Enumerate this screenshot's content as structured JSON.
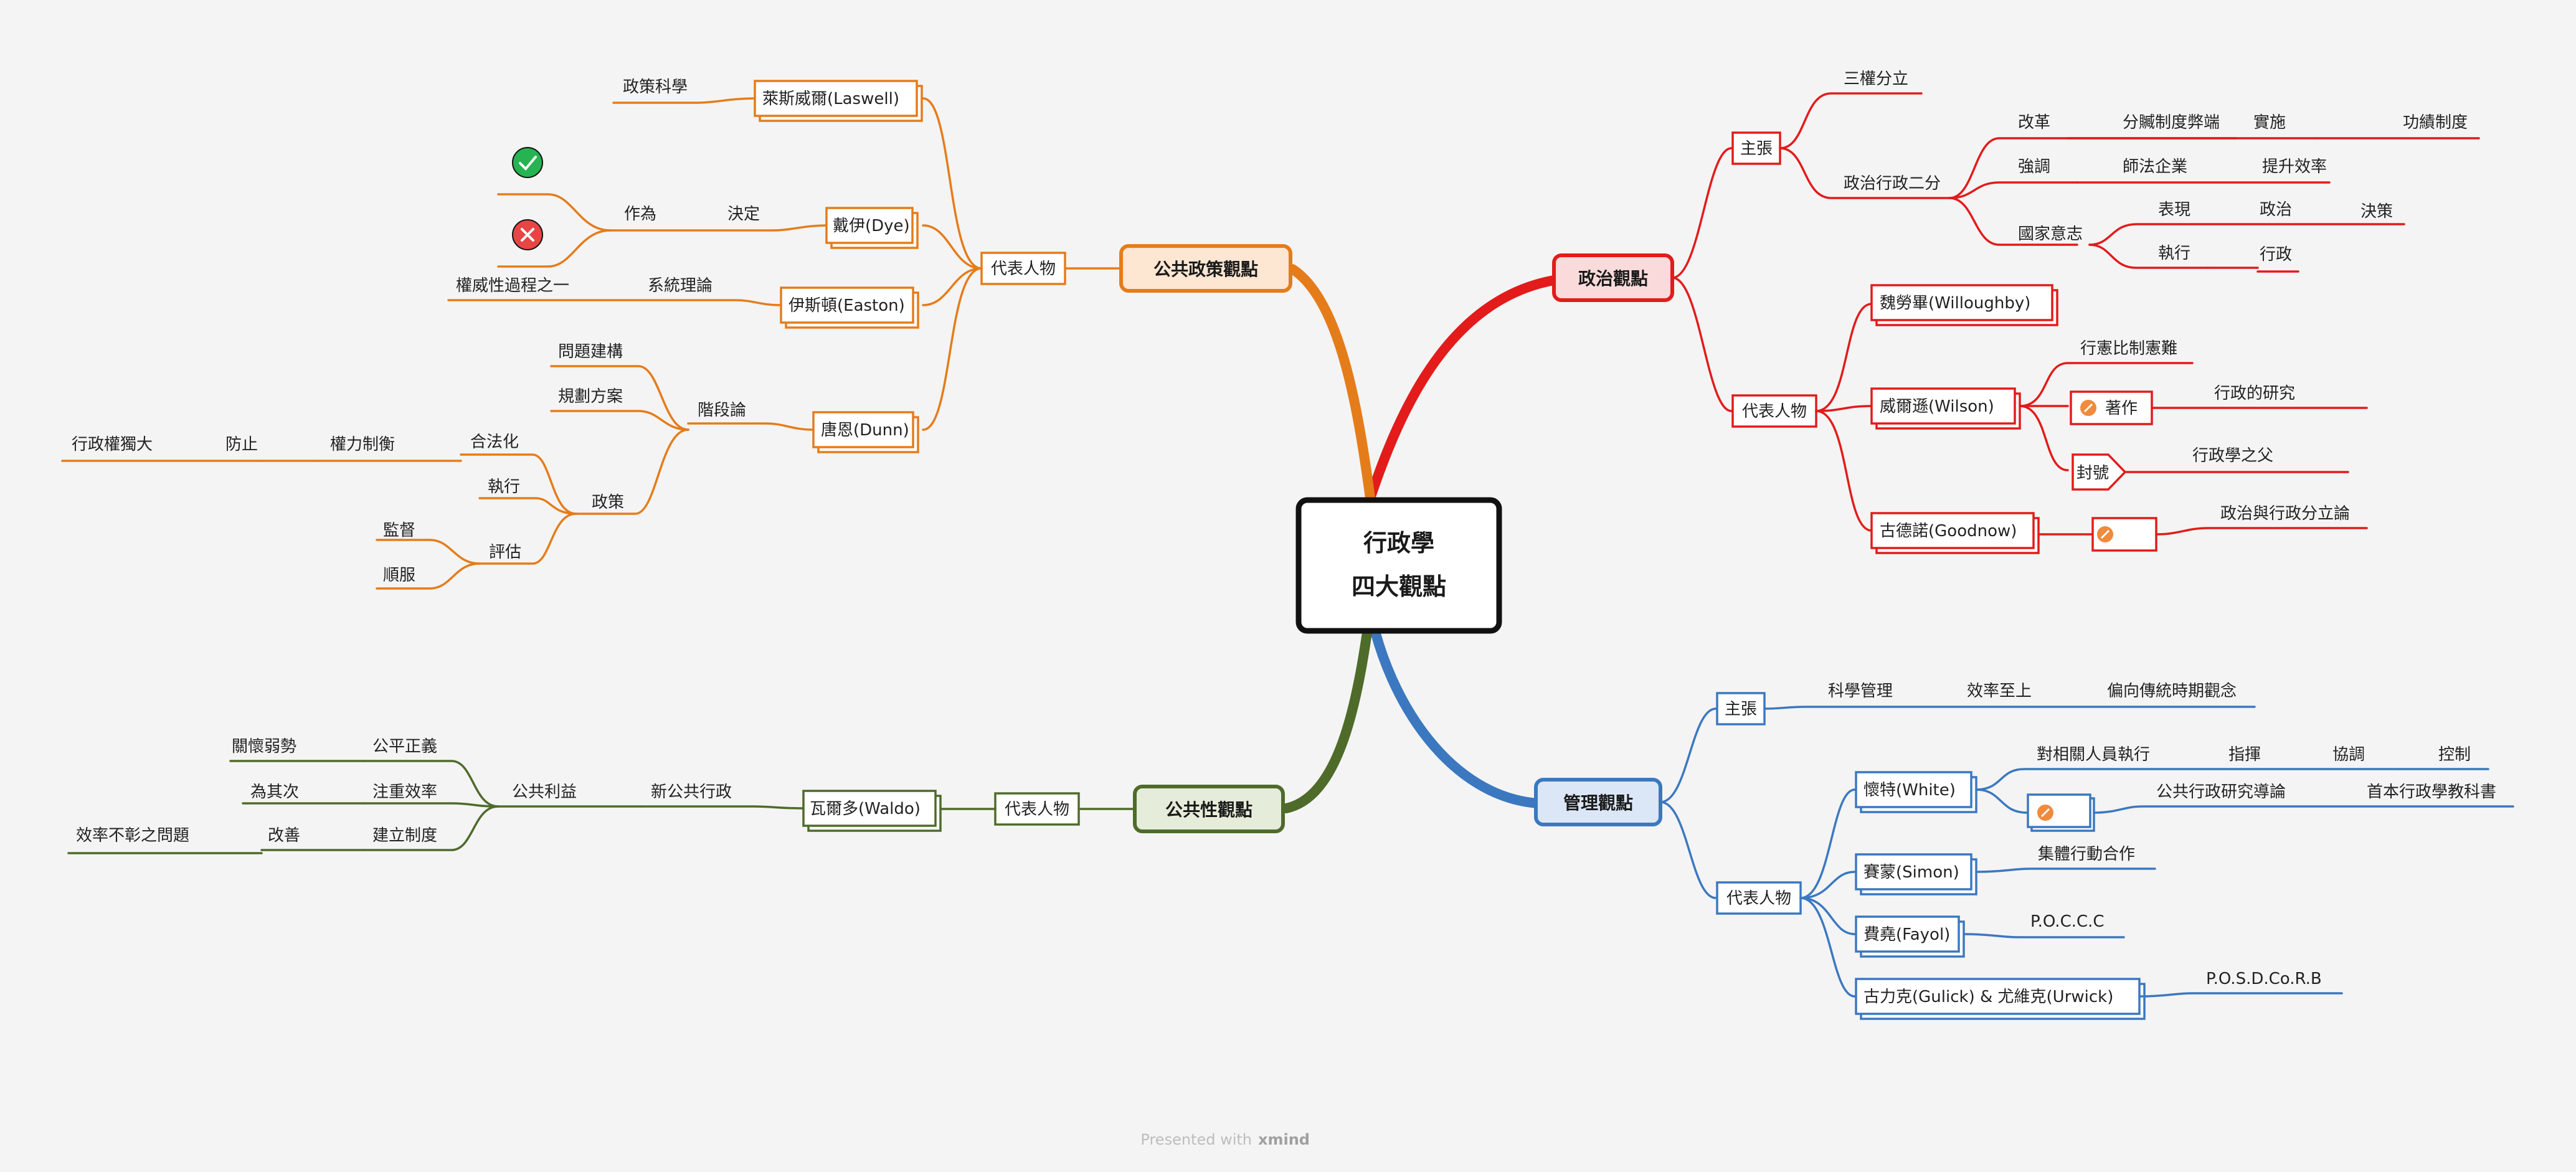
{
  "center": {
    "title": [
      "行政學",
      "四大觀點"
    ]
  },
  "branches": {
    "political": {
      "title": "政治觀點",
      "color": "#e31b1b",
      "assert": {
        "label": "主張",
        "separation": "三權分立",
        "dichotomy": "政治行政二分"
      },
      "reform": {
        "label": "改革",
        "flaw": "分贓制度弊端",
        "implement": "實施",
        "result": "功績制度"
      },
      "emphasis": {
        "label": "強調",
        "method": "師法企業",
        "goal": "提升效率"
      },
      "will": {
        "label": "國家意志",
        "express": "表現",
        "politics": "政治",
        "decide": "決策",
        "execute": "執行",
        "admin": "行政"
      },
      "people_label": "代表人物",
      "willoughby": "魏勞畢(Willoughby)",
      "wilson": {
        "name": "威爾遜(Wilson)",
        "quote": "行憲比制憲難",
        "work_label": "著作",
        "work": "行政的研究",
        "title_label": "封號",
        "title": "行政學之父"
      },
      "goodnow": {
        "name": "古德諾(Goodnow)",
        "work": "政治與行政分立論"
      }
    },
    "management": {
      "title": "管理觀點",
      "color": "#3b78c0",
      "assert": {
        "label": "主張",
        "sci": "科學管理",
        "eff": "效率至上",
        "trad": "偏向傳統時期觀念"
      },
      "people_label": "代表人物",
      "white": {
        "name": "懷特(White)",
        "exec": "對相關人員執行",
        "command": "指揮",
        "coord": "協調",
        "control": "控制",
        "intro": "公共行政研究導論",
        "first": "首本行政學教科書"
      },
      "simon": {
        "name": "賽蒙(Simon)",
        "idea": "集體行動合作"
      },
      "fayol": {
        "name": "費堯(Fayol)",
        "idea": "P.O.C.C.C"
      },
      "gulick": {
        "name": "古力克(Gulick) & 尤維克(Urwick)",
        "idea": "P.O.S.D.Co.R.B"
      }
    },
    "policy": {
      "title": "公共政策觀點",
      "color": "#e57c1a",
      "people_label": "代表人物",
      "laswell": {
        "name": "萊斯威爾(Laswell)",
        "idea": "政策科學"
      },
      "dye": {
        "name": "戴伊(Dye)",
        "decide": "決定",
        "act": "作為"
      },
      "easton": {
        "name": "伊斯頓(Easton)",
        "system": "系統理論",
        "auth": "權威性過程之一"
      },
      "dunn": {
        "name": "唐恩(Dunn)",
        "phase": "階段論",
        "problem": "問題建構",
        "plan": "規劃方案",
        "policy": "政策",
        "legit": "合法化",
        "balance": "權力制衡",
        "prevent": "防止",
        "power": "行政權獨大",
        "exec": "執行",
        "eval": "評估",
        "supervise": "監督",
        "comply": "順服"
      }
    },
    "public": {
      "title": "公共性觀點",
      "color": "#4e6b2a",
      "people_label": "代表人物",
      "waldo": "瓦爾多(Waldo)",
      "npa": "新公共行政",
      "interest": "公共利益",
      "justice": "公平正義",
      "care": "關懷弱勢",
      "eff": "注重效率",
      "second": "為其次",
      "system": "建立制度",
      "improve": "改善",
      "problem": "效率不彰之問題"
    }
  },
  "footer": {
    "prefix": "Presented with",
    "brand": "xmind"
  }
}
